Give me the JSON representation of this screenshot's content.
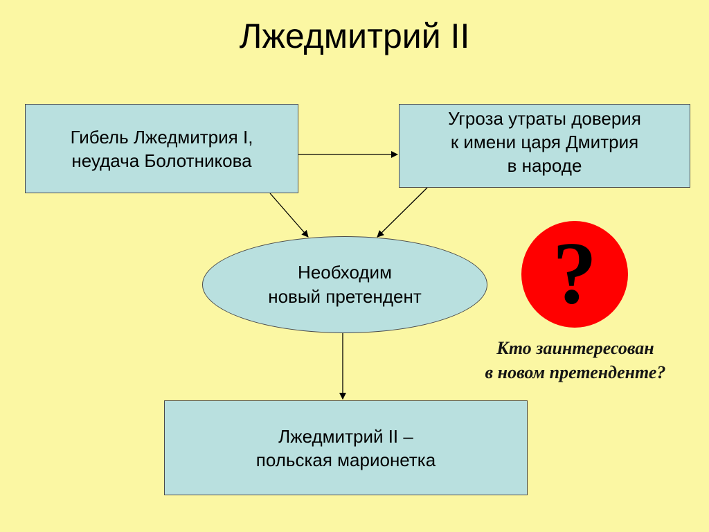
{
  "slide": {
    "title": "Лжедмитрий II"
  },
  "nodes": {
    "cause": {
      "lines": [
        "Гибель Лжедмитрия I,",
        "неудача Болотникова"
      ]
    },
    "threat": {
      "lines": [
        "Угроза утраты доверия",
        "к имени царя Дмитрия",
        "в народе"
      ]
    },
    "need": {
      "lines": [
        "Необходим",
        "новый претендент"
      ]
    },
    "result": {
      "lines": [
        "Лжедмитрий II –",
        "польская марионетка"
      ]
    }
  },
  "question": {
    "symbol": "?",
    "caption_lines": [
      "Кто заинтересован",
      "в новом претенденте?"
    ]
  },
  "colors": {
    "background": "#fbf7a3",
    "node_fill": "#b9e0df",
    "badge": "#ff0000"
  },
  "icons": {
    "question": "question-mark-icon"
  }
}
